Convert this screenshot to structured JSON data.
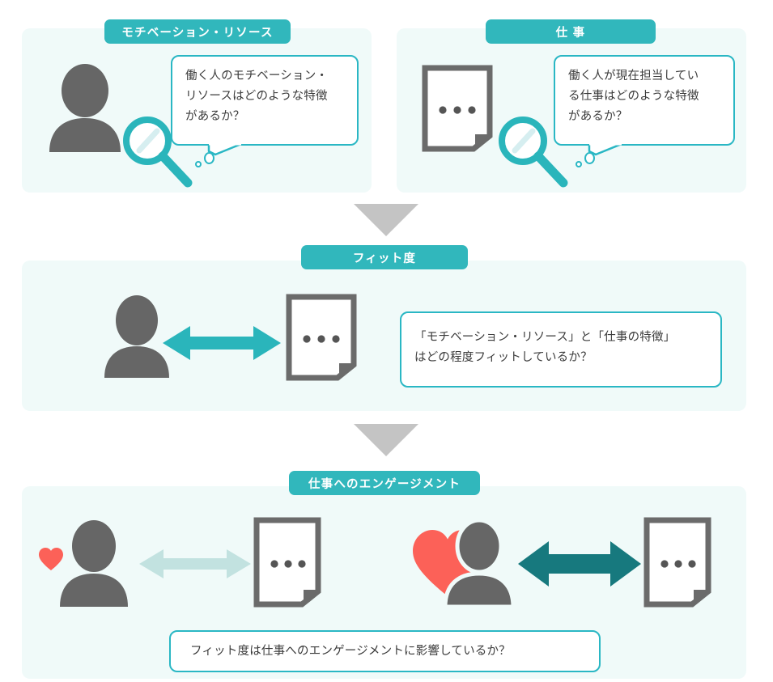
{
  "diagram": {
    "title_hidden": "",
    "colors": {
      "teal": "#31b7bc",
      "teal_arrow": "#2ab5bb",
      "teal_dark": "#17797e",
      "teal_light": "#c2e2e0",
      "panel_bg": "#f0faf9",
      "bubble_border": "#2ab7c4",
      "person_gray": "#666666",
      "doc_gray": "#6b6b6b",
      "chevron_gray": "#c4c4c4",
      "heart_red": "#fc6158",
      "text_gray": "#3b3b3b"
    },
    "sections": [
      {
        "id": "motivation-resource",
        "badge": "モチベーション・リソース",
        "bubble_lines": [
          "働く人のモチベーション・",
          "リソースはどのような特徴",
          "があるか？"
        ],
        "subject_icon": "person-icon",
        "tool_icon": "magnifier-icon"
      },
      {
        "id": "work",
        "badge": "仕 事",
        "bubble_lines": [
          "働く人が現在担当してい",
          "る仕事はどのような特徴",
          "があるか？"
        ],
        "subject_icon": "document-icon",
        "tool_icon": "magnifier-icon"
      },
      {
        "id": "fit",
        "badge": "フィット度",
        "bubble_lines": [
          "「モチベーション・リソース」と「仕事の特徴」",
          "はどの程度フィットしているか？"
        ],
        "left_icon": "person-icon",
        "right_icon": "document-icon",
        "arrow_icon": "double-arrow-icon"
      },
      {
        "id": "work-engagement",
        "badge": "仕事へのエンゲージメント",
        "bubble_lines": [
          "フィット度は仕事へのエンゲージメントに影響しているか？"
        ],
        "pairs": [
          {
            "id": "low-engagement",
            "heart": "small-heart-icon",
            "left_icon": "person-icon",
            "arrow_icon": "double-arrow-icon-light",
            "right_icon": "document-icon"
          },
          {
            "id": "high-engagement",
            "heart": "large-heart-icon",
            "left_icon": "person-icon",
            "arrow_icon": "double-arrow-icon-dark",
            "right_icon": "document-icon"
          }
        ]
      }
    ],
    "flow_connectors": [
      {
        "id": "connector-1",
        "icon": "chevron-down-icon"
      },
      {
        "id": "connector-2",
        "icon": "chevron-down-icon"
      }
    ]
  }
}
